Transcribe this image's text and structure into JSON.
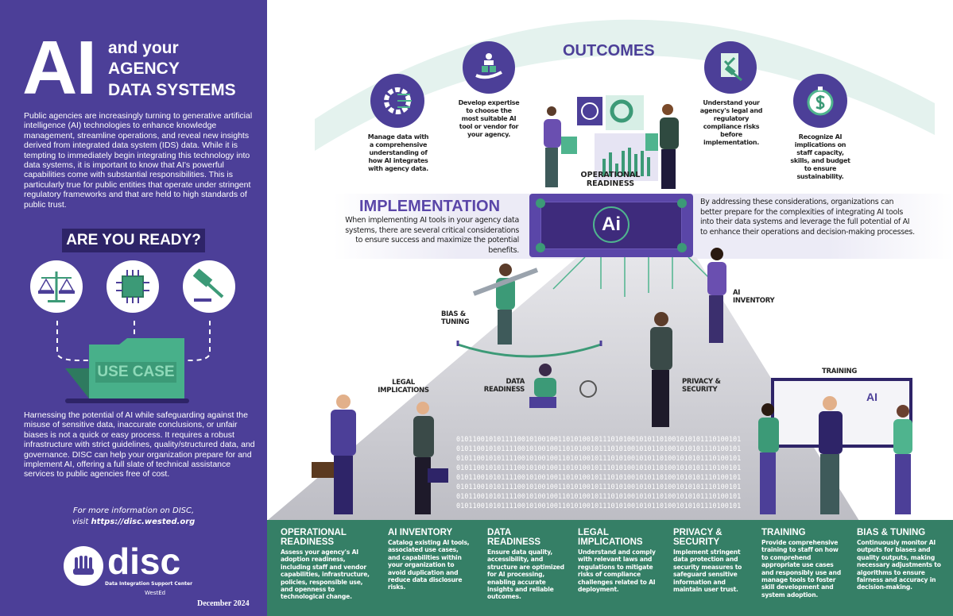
{
  "header": {
    "big": "AI",
    "line1": "and your",
    "line2": "AGENCY",
    "line3": "DATA SYSTEMS"
  },
  "intro": "Public agencies are increasingly turning to generative artificial intelligence (AI) technologies to enhance knowledge management, streamline operations, and reveal new insights derived from integrated data system (IDS) data. While it is tempting to immediately begin integrating this technology into data systems, it is important to know that AI's powerful capabilities come with substantial responsibilities. This is particularly true for public entities that operate under stringent regulatory frameworks and that are held to high standards of public trust.",
  "ready": "ARE YOU READY?",
  "use_case": "USE CASE",
  "icons": [
    "scales-icon",
    "chip-icon",
    "gavel-icon"
  ],
  "closing": "Harnessing the potential of AI while safeguarding against the misuse of sensitive data, inaccurate conclusions, or unfair biases is not a quick or easy process. It requires a robust infrastructure with strict guidelines, quality/structured data, and governance. DISC can help your organization prepare for and implement AI, offering a full slate of technical assistance services to public agencies free of cost.",
  "info_line1": "For more information on DISC,",
  "info_visit": "visit ",
  "info_url": "https://disc.wested.org",
  "logo": {
    "name": "disc",
    "sub": "Data Integration Support Center",
    "org": "WestEd"
  },
  "date": "December 2024",
  "outcomes": {
    "title": "OUTCOMES",
    "items": [
      "Manage data with a comprehensive understanding of how AI integrates with agency data.",
      "Develop expertise to choose the most suitable AI tool or vendor for your agency.",
      "Understand your agency's legal and regulatory compliance risks before implementation.",
      "Recognize AI implications on staff capacity, skills, and budget to ensure sustainability."
    ],
    "center_label": "OPERATIONAL READINESS"
  },
  "implementation": {
    "title": "IMPLEMENTATION",
    "left": "When implementing AI tools in your agency data systems, there are several critical considerations to ensure success and maximize the potential benefits.",
    "right": "By addressing these considerations, organizations can better prepare for the complexities of integrating AI tools into their data systems and leverage the full potential of AI to enhance their operations and decision-making processes.",
    "chip": "Ai"
  },
  "path_labels": {
    "bias": "BIAS & TUNING",
    "inventory": "AI INVENTORY",
    "legal": "LEGAL IMPLICATIONS",
    "data": "DATA READINESS",
    "privacy": "PRIVACY & SECURITY",
    "training": "TRAINING",
    "board": "AI"
  },
  "binary": "0101100101011110010100100110101001011101010010101101001010101110100101",
  "columns": [
    {
      "title": "OPERATIONAL READINESS",
      "text": "Assess your agency's AI adoption readiness, including staff and vendor capabilities, infrastructure, policies, responsible use, and openness to technological change."
    },
    {
      "title": "AI INVENTORY",
      "text": "Catalog existing AI tools, associated use cases, and capabilities within your organization to avoid duplication and reduce data disclosure risks."
    },
    {
      "title": "DATA READINESS",
      "text": "Ensure data quality, accessibility, and structure are optimized for AI processing, enabling accurate insights and reliable outcomes."
    },
    {
      "title": "LEGAL IMPLICATIONS",
      "text": "Understand and comply with relevant laws and regulations to mitigate risks of compliance challenges related to AI deployment."
    },
    {
      "title": "PRIVACY & SECURITY",
      "text": "Implement stringent data protection and security measures to safeguard sensitive information and maintain user trust."
    },
    {
      "title": "TRAINING",
      "text": "Provide comprehensive training to staff on how to comprehend appropriate use cases and responsibly use and manage tools to foster skill development and system adoption."
    },
    {
      "title": "BIAS & TUNING",
      "text": "Continuously monitor AI outputs for biases and quality outputs, making necessary adjustments to algorithms to ensure fairness and accuracy in decision-making."
    }
  ],
  "colors": {
    "purple": "#4c3f98",
    "green": "#357f66",
    "teal": "#4fb48e",
    "lilac": "#5a46a8"
  }
}
